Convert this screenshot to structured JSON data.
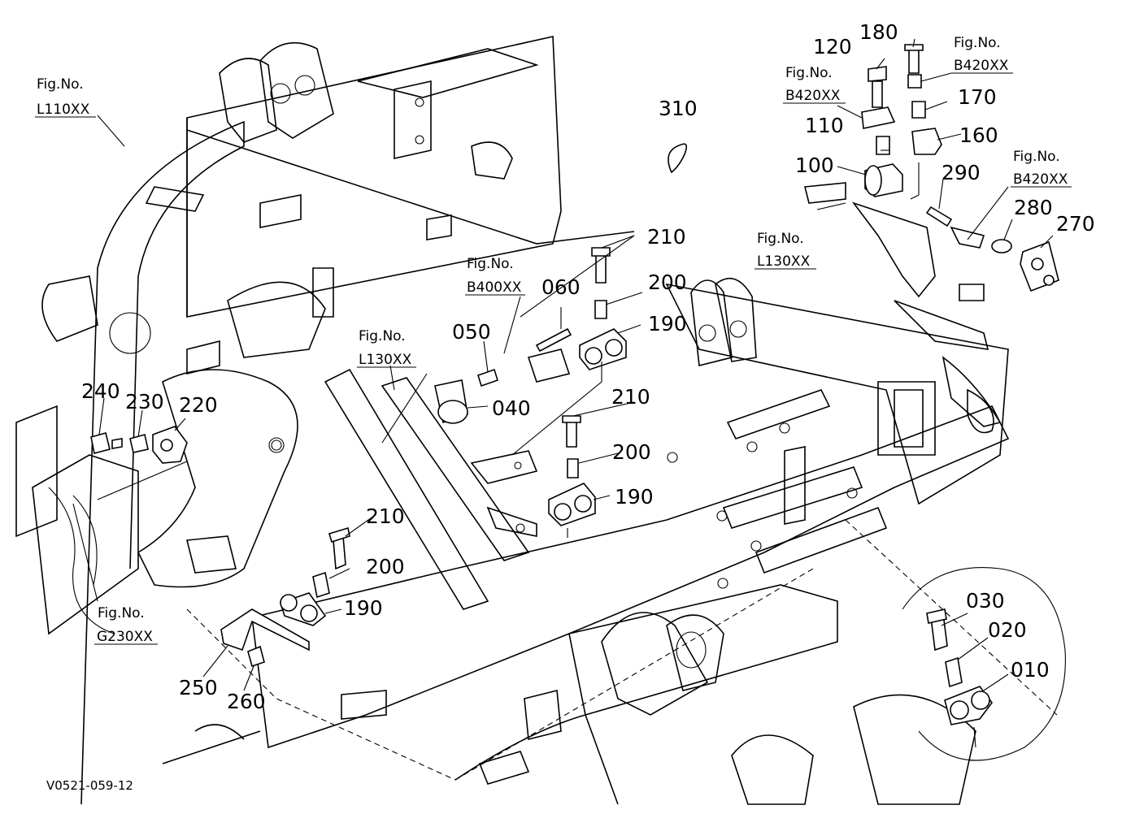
{
  "drawing_code": "V0521-059-12",
  "fig_refs": [
    {
      "id": "fig-l110-top-left",
      "fig": "Fig.No.",
      "code": "L110XX"
    },
    {
      "id": "fig-b400",
      "fig": "Fig.No.",
      "code": "B400XX"
    },
    {
      "id": "fig-l130-center",
      "fig": "Fig.No.",
      "code": "L130XX"
    },
    {
      "id": "fig-g230",
      "fig": "Fig.No.",
      "code": "G230XX"
    },
    {
      "id": "fig-b420-a",
      "fig": "Fig.No.",
      "code": "B420XX"
    },
    {
      "id": "fig-b420-b",
      "fig": "Fig.No.",
      "code": "B420XX"
    },
    {
      "id": "fig-b420-c",
      "fig": "Fig.No.",
      "code": "B420XX"
    },
    {
      "id": "fig-l130-right",
      "fig": "Fig.No.",
      "code": "L130XX"
    }
  ],
  "part_numbers": [
    "010",
    "020",
    "030",
    "040",
    "050",
    "060",
    "100",
    "110",
    "120",
    "160",
    "170",
    "180",
    "190",
    "190",
    "190",
    "200",
    "200",
    "200",
    "210",
    "210",
    "210",
    "220",
    "230",
    "240",
    "250",
    "260",
    "270",
    "280",
    "290",
    "310"
  ]
}
